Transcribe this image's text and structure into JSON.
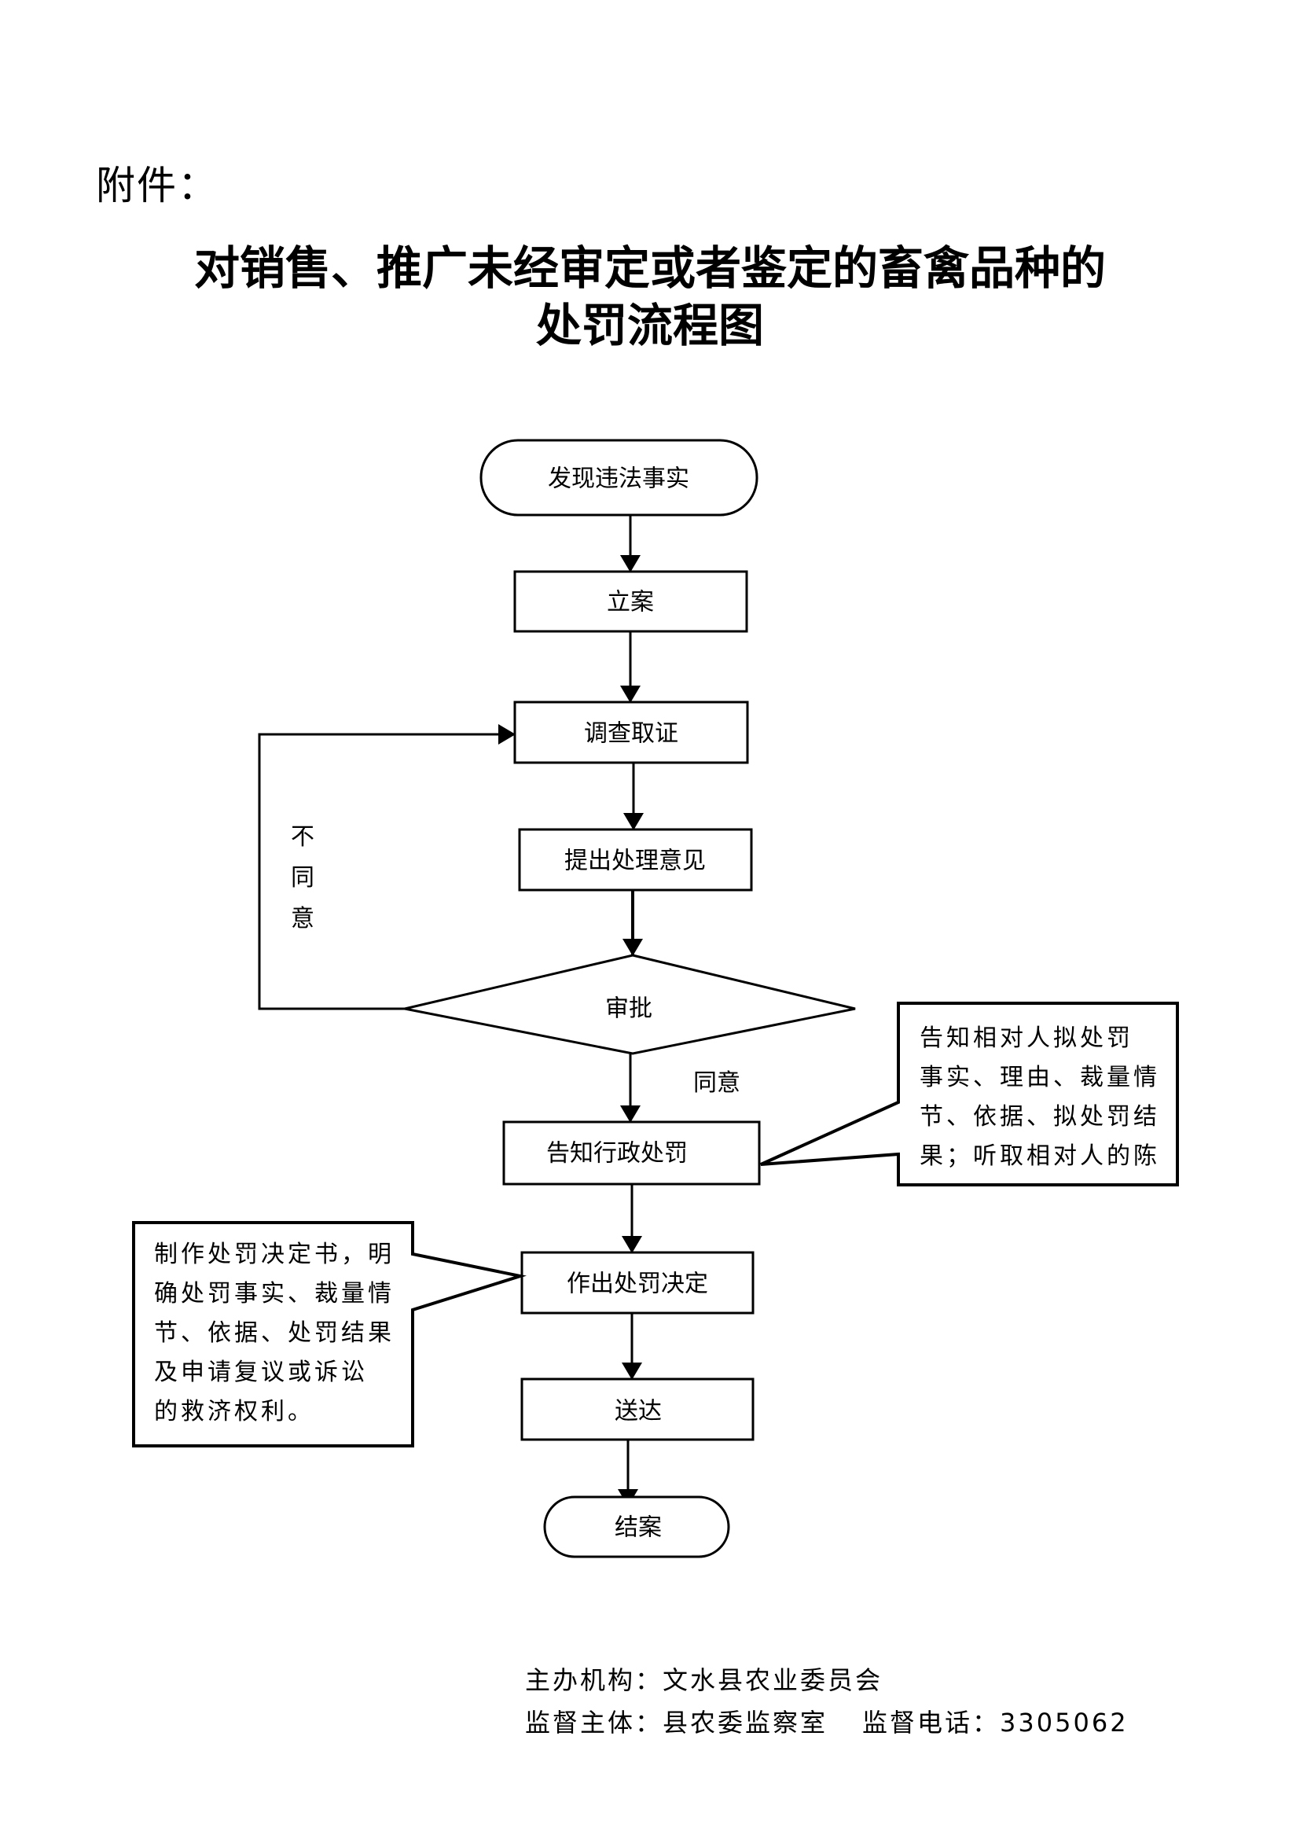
{
  "attachment_label": "附件：",
  "title": {
    "line1": "对销售、推广未经审定或者鉴定的畜禽品种的",
    "line2": "处罚流程图"
  },
  "flow": {
    "nodes": {
      "start": "发现违法事实",
      "register": "立案",
      "investigate": "调查取证",
      "propose": "提出处理意见",
      "approve": "审批",
      "notify": "告知行政处罚",
      "decide": "作出处罚决定",
      "deliver": "送达",
      "close": "结案"
    },
    "edge_labels": {
      "disagree": [
        "不",
        "同",
        "意"
      ],
      "agree": "同意"
    },
    "callouts": {
      "notify_detail": [
        "告知相对人拟处罚",
        "事实、理由、裁量情",
        "节、依据、拟处罚结",
        "果；听取相对人的陈"
      ],
      "decide_detail": [
        "制作处罚决定书，明",
        "确处罚事实、裁量情",
        "节、依据、处罚结果",
        "及申请复议或诉讼",
        "的救济权利。"
      ]
    }
  },
  "footer": {
    "host_label": "主办机构：",
    "host_value": "文水县农业委员会",
    "supervisor_label": "监督主体：",
    "supervisor_value": "县农委监察室",
    "phone_label": "监督电话：",
    "phone_value": "3305062"
  }
}
